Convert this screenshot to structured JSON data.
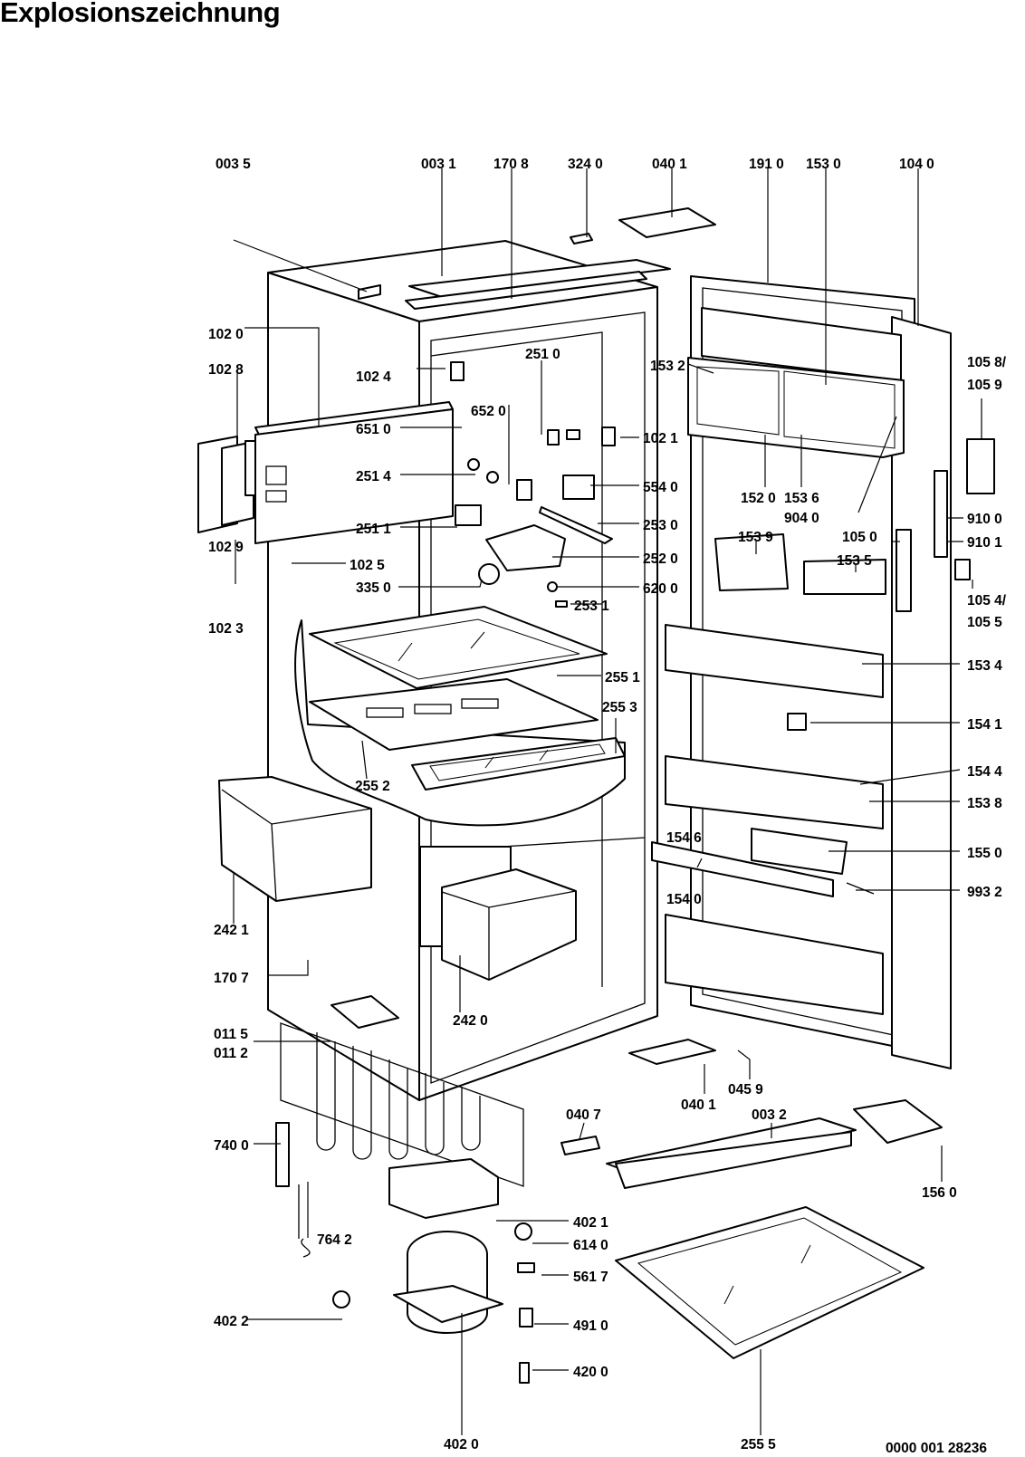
{
  "title": "Explosionszeichnung",
  "document_number": "0000 001 28236",
  "labels": {
    "l0035": "003 5",
    "l0031": "003 1",
    "l1708": "170 8",
    "l3240": "324 0",
    "l0401a": "040 1",
    "l1910": "191 0",
    "l1530": "153 0",
    "l1040": "104 0",
    "l1020": "102 0",
    "l1028": "102 8",
    "l1024": "102 4",
    "l2510": "251 0",
    "l6520": "652 0",
    "l6510": "651 0",
    "l2514": "251 4",
    "l2511": "251 1",
    "l1029": "102 9",
    "l1025": "102 5",
    "l1023": "102 3",
    "l3350": "335 0",
    "l1021": "102 1",
    "l5540": "554 0",
    "l2530": "253 0",
    "l2520": "252 0",
    "l6200": "620 0",
    "l2531": "253 1",
    "l2551": "255 1",
    "l2553": "255 3",
    "l2552": "255 2",
    "l2421": "242 1",
    "l1707": "170 7",
    "l2420": "242 0",
    "l0115": "011 5",
    "l0112": "011 2",
    "l7400": "740 0",
    "l7642": "764 2",
    "l4022": "402 2",
    "l4020": "402 0",
    "l4021": "402 1",
    "l6140": "614 0",
    "l5617": "561 7",
    "l4910": "491 0",
    "l4200": "420 0",
    "l0407": "040 7",
    "l0401b": "040 1",
    "l0459": "045 9",
    "l0032": "003 2",
    "l1560": "156 0",
    "l2555": "255 5",
    "l1532": "153 2",
    "l1520": "152 0",
    "l1536": "153 6",
    "l9040": "904 0",
    "l1539": "153 9",
    "l1050": "105 0",
    "l1535": "153 5",
    "l1534": "153 4",
    "l1541": "154 1",
    "l1544": "154 4",
    "l1538": "153 8",
    "l1546": "154 6",
    "l1550": "155 0",
    "l9932": "993 2",
    "l1540": "154 0",
    "l1058": "105 8/",
    "l1059": "105 9",
    "l9100": "910 0",
    "l9101": "910 1",
    "l1054": "105 4/",
    "l1055": "105 5"
  },
  "icons": {
    "fridge-cabinet": "fridge-cabinet-icon",
    "fridge-door": "fridge-door-icon",
    "compressor": "compressor-icon"
  }
}
